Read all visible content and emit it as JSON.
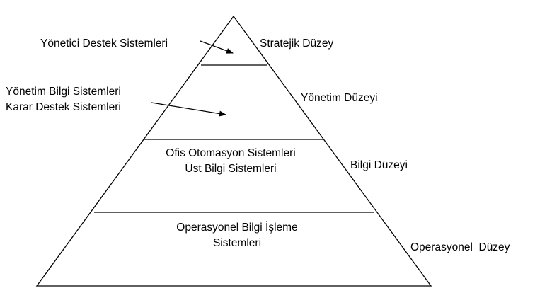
{
  "diagram": {
    "type": "pyramid",
    "layers": [
      {
        "level": "Stratejik Düzey",
        "systems": [
          "Yönetici Destek Sistemleri"
        ]
      },
      {
        "level": "Yönetim Düzeyi",
        "systems": [
          "Yönetim Bilgi Sistemleri",
          "Karar Destek Sistemleri"
        ]
      },
      {
        "level": "Bilgi Düzeyi",
        "systems": [
          "Ofis Otomasyon Sistemleri",
          "Üst Bilgi Sistemleri"
        ]
      },
      {
        "level": "Operasyonel  Düzey",
        "systems": [
          "Operasyonel Bilgi İşleme",
          "Sistemleri"
        ]
      }
    ],
    "colors": {
      "line": "#000000",
      "background": "#ffffff"
    }
  }
}
